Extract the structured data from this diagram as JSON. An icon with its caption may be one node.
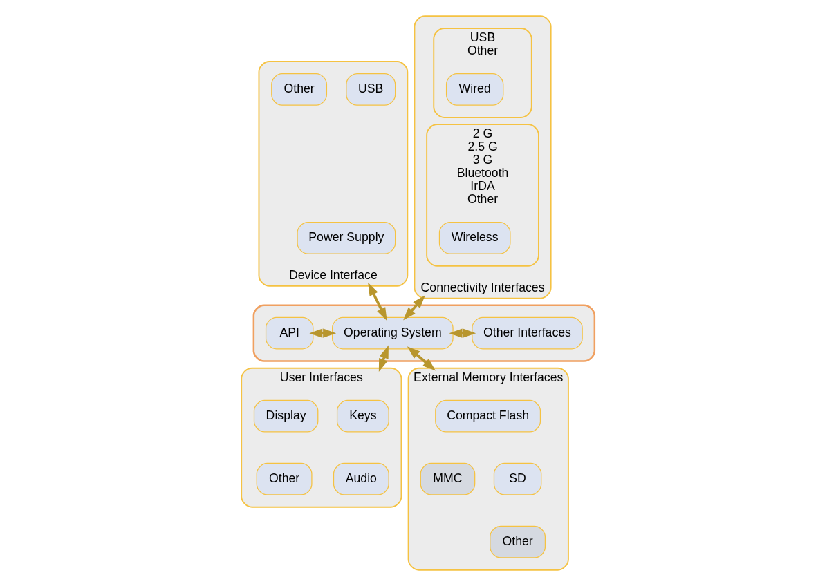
{
  "diagram": {
    "nodes": [
      {
        "text": [],
        "shape": "box"
      },
      {
        "text": [
          "API"
        ],
        "in": 0
      },
      {
        "text": [
          "Operating System"
        ],
        "in": 0
      },
      {
        "text": [
          "Other Interfaces"
        ],
        "in": 0
      },
      {
        "text": [
          "Device Interface"
        ]
      },
      {
        "text": [
          "USB"
        ],
        "in": 4
      },
      {
        "text": [
          "Other"
        ],
        "in": 4
      },
      {
        "text": [
          "Power Supply"
        ],
        "in": 4
      },
      {
        "text": [
          "Connectivity Interfaces"
        ]
      },
      {
        "text": [
          "USB",
          "Other"
        ],
        "in": 8
      },
      {
        "text": [
          "Wired"
        ],
        "in": 9
      },
      {
        "text": [
          "2 G",
          "2.5 G",
          "3 G",
          "Bluetooth",
          "IrDA",
          "Other"
        ],
        "in": 8
      },
      {
        "text": [
          "Wireless"
        ],
        "in": 11
      },
      {
        "text": [
          "User Interfaces"
        ]
      },
      {
        "text": [
          "Keys"
        ],
        "in": 13
      },
      {
        "text": [
          "Display"
        ],
        "in": 13
      },
      {
        "text": [
          "Audio"
        ],
        "in": 13
      },
      {
        "text": [
          "Other"
        ],
        "in": 13
      },
      {
        "text": [
          "External Memory Interfaces"
        ]
      },
      {
        "text": [
          "Compact Flash"
        ],
        "in": 18
      },
      {
        "text": [
          "SD"
        ],
        "in": 18
      },
      {
        "text": [
          "MMC"
        ],
        "in": 18
      },
      {
        "text": [
          "Other"
        ],
        "in": 18
      }
    ],
    "edges": [
      {
        "from": 4,
        "to": 2,
        "arrow": "both"
      },
      {
        "from": 8,
        "to": 2,
        "arrow": "both"
      },
      {
        "from": 1,
        "to": 2,
        "arrow": "both"
      },
      {
        "from": 2,
        "to": 3,
        "arrow": "both"
      },
      {
        "from": 2,
        "to": 13,
        "arrow": "both"
      },
      {
        "from": 2,
        "to": 18,
        "arrow": "both"
      }
    ]
  }
}
